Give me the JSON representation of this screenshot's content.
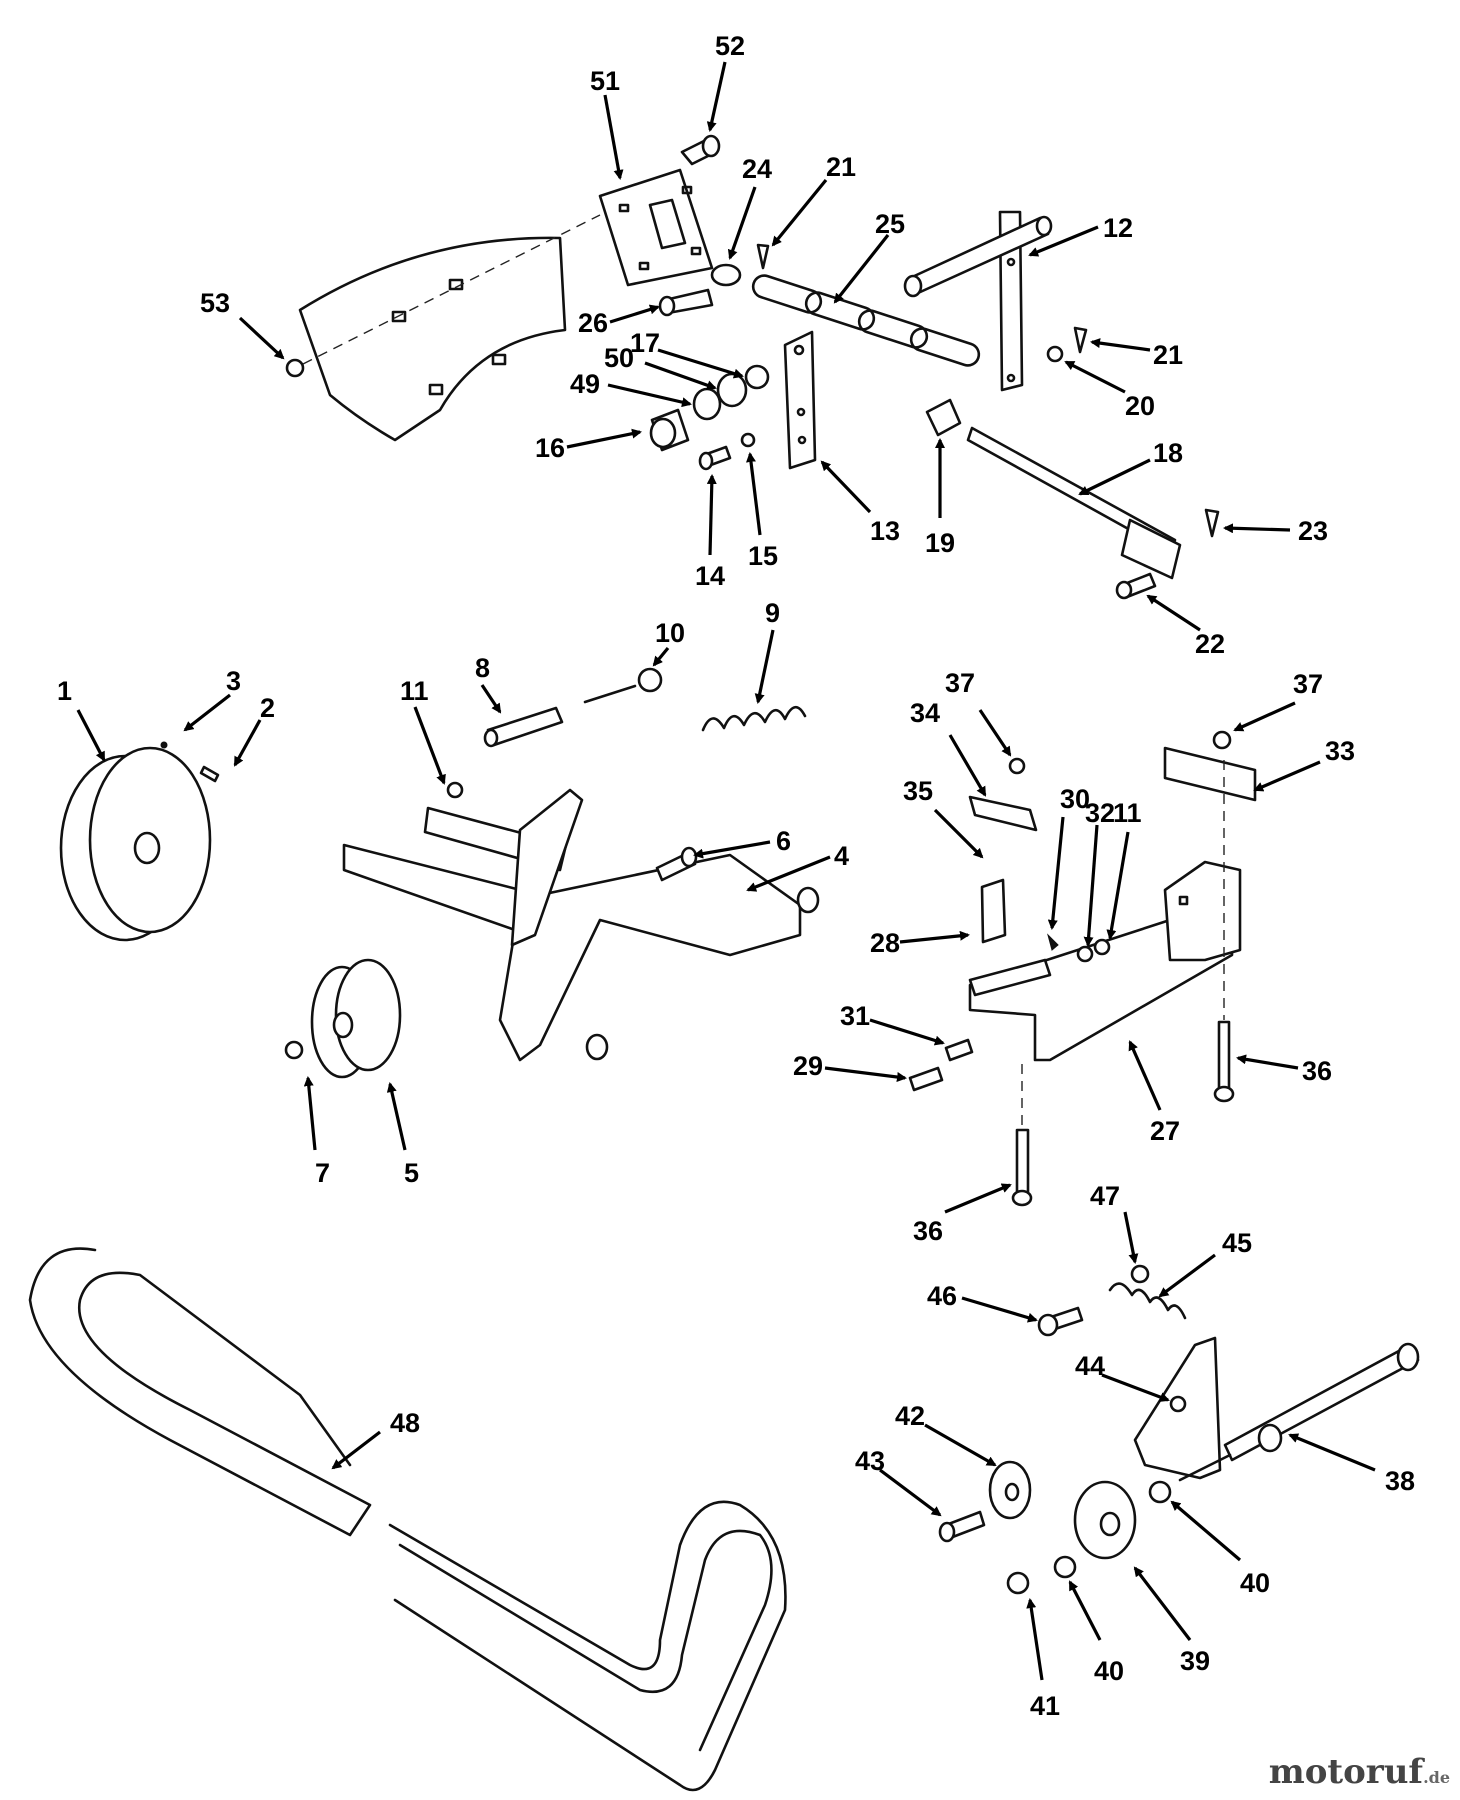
{
  "diagram": {
    "watermark": {
      "name": "motoruf",
      "tld": ".de"
    },
    "callouts": [
      {
        "id": "c1",
        "label": "1"
      },
      {
        "id": "c2",
        "label": "2"
      },
      {
        "id": "c3",
        "label": "3"
      },
      {
        "id": "c4",
        "label": "4"
      },
      {
        "id": "c5",
        "label": "5"
      },
      {
        "id": "c6",
        "label": "6"
      },
      {
        "id": "c7",
        "label": "7"
      },
      {
        "id": "c8",
        "label": "8"
      },
      {
        "id": "c9",
        "label": "9"
      },
      {
        "id": "c10",
        "label": "10"
      },
      {
        "id": "c11a",
        "label": "11"
      },
      {
        "id": "c11b",
        "label": "11"
      },
      {
        "id": "c12",
        "label": "12"
      },
      {
        "id": "c13",
        "label": "13"
      },
      {
        "id": "c14",
        "label": "14"
      },
      {
        "id": "c15",
        "label": "15"
      },
      {
        "id": "c16",
        "label": "16"
      },
      {
        "id": "c17",
        "label": "17"
      },
      {
        "id": "c18",
        "label": "18"
      },
      {
        "id": "c19",
        "label": "19"
      },
      {
        "id": "c20",
        "label": "20"
      },
      {
        "id": "c21a",
        "label": "21"
      },
      {
        "id": "c21b",
        "label": "21"
      },
      {
        "id": "c22",
        "label": "22"
      },
      {
        "id": "c23",
        "label": "23"
      },
      {
        "id": "c24",
        "label": "24"
      },
      {
        "id": "c25",
        "label": "25"
      },
      {
        "id": "c26",
        "label": "26"
      },
      {
        "id": "c27",
        "label": "27"
      },
      {
        "id": "c28",
        "label": "28"
      },
      {
        "id": "c29",
        "label": "29"
      },
      {
        "id": "c30",
        "label": "30"
      },
      {
        "id": "c31",
        "label": "31"
      },
      {
        "id": "c32",
        "label": "32"
      },
      {
        "id": "c33",
        "label": "33"
      },
      {
        "id": "c34",
        "label": "34"
      },
      {
        "id": "c35",
        "label": "35"
      },
      {
        "id": "c36a",
        "label": "36"
      },
      {
        "id": "c36b",
        "label": "36"
      },
      {
        "id": "c37a",
        "label": "37"
      },
      {
        "id": "c37b",
        "label": "37"
      },
      {
        "id": "c38",
        "label": "38"
      },
      {
        "id": "c39",
        "label": "39"
      },
      {
        "id": "c40a",
        "label": "40"
      },
      {
        "id": "c40b",
        "label": "40"
      },
      {
        "id": "c41",
        "label": "41"
      },
      {
        "id": "c42",
        "label": "42"
      },
      {
        "id": "c43",
        "label": "43"
      },
      {
        "id": "c44",
        "label": "44"
      },
      {
        "id": "c45",
        "label": "45"
      },
      {
        "id": "c46",
        "label": "46"
      },
      {
        "id": "c47",
        "label": "47"
      },
      {
        "id": "c48",
        "label": "48"
      },
      {
        "id": "c49",
        "label": "49"
      },
      {
        "id": "c50",
        "label": "50"
      },
      {
        "id": "c51",
        "label": "51"
      },
      {
        "id": "c52",
        "label": "52"
      },
      {
        "id": "c53",
        "label": "53"
      }
    ]
  }
}
